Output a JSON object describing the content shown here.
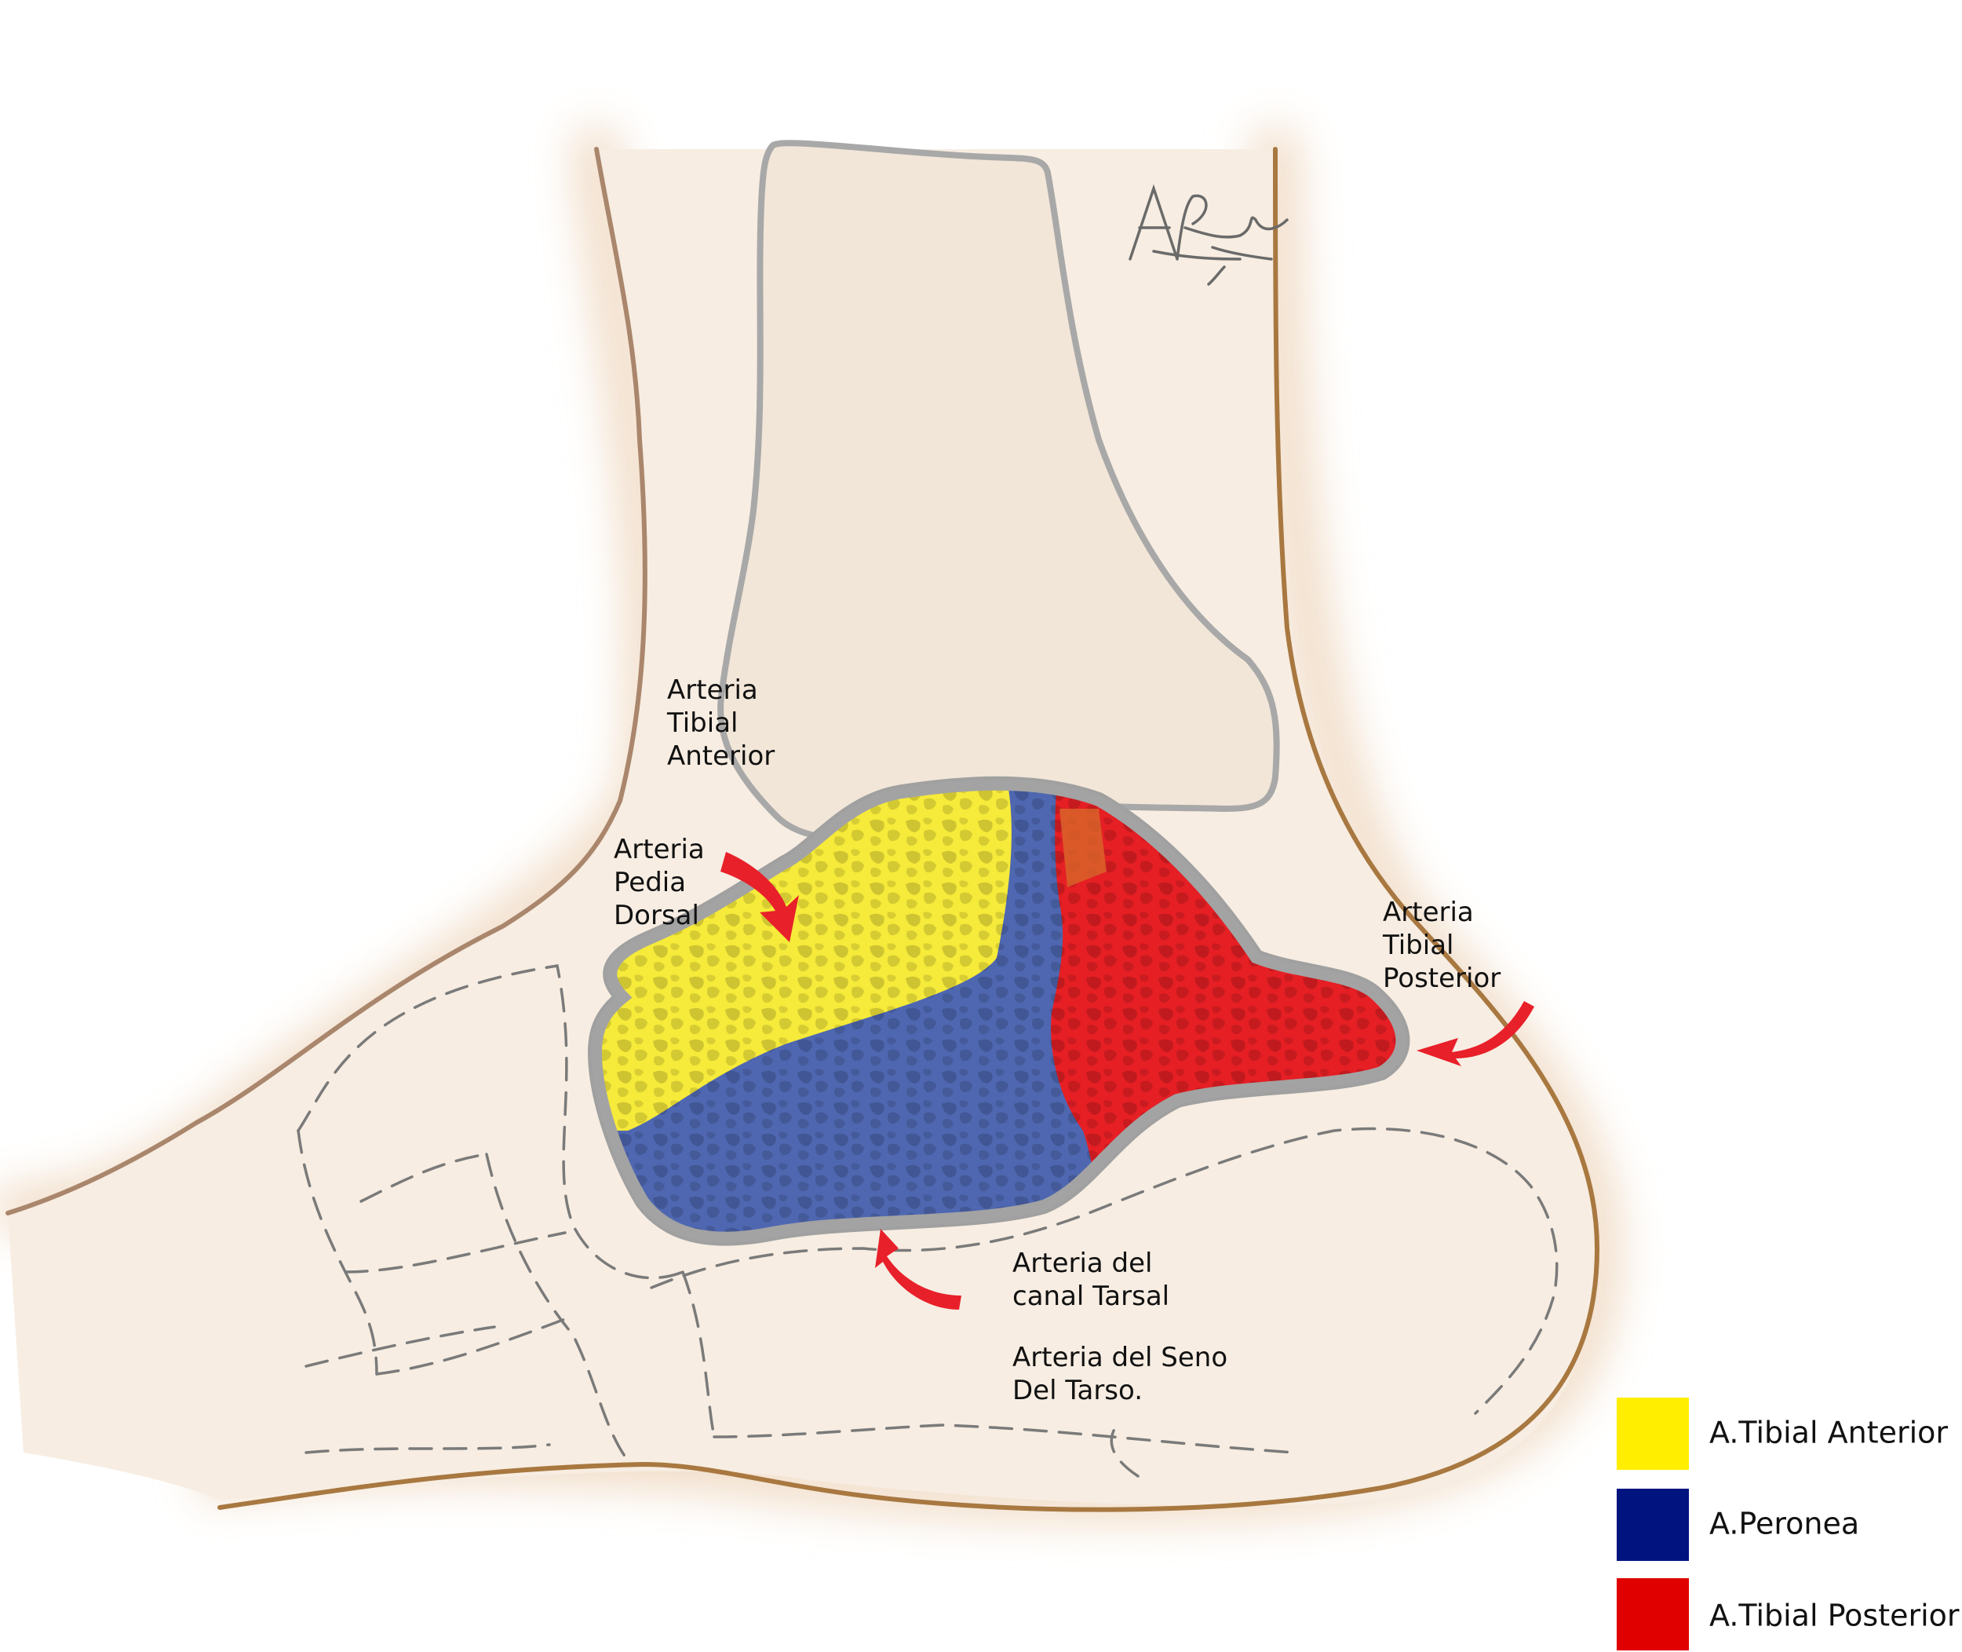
{
  "labels": {
    "tibial_anterior": [
      "Arteria",
      "Tibial",
      "Anterior"
    ],
    "pedia_dorsal": [
      "Arteria",
      "Pedia",
      "Dorsal"
    ],
    "tibial_posterior": [
      "Arteria",
      "Tibial",
      "Posterior"
    ],
    "canal_tarsal": [
      "Arteria del",
      "canal Tarsal"
    ],
    "seno_tarso": [
      "Arteria del Seno",
      "Del Tarso."
    ]
  },
  "legend": [
    {
      "label": "A.Tibial Anterior",
      "color": "#ffee00"
    },
    {
      "label": "A.Peronea",
      "color": "#00137f"
    },
    {
      "label": "A.Tibial Posterior",
      "color": "#e00000"
    }
  ],
  "signature": "APraro",
  "colors": {
    "yellow_region": "#f6ea3a",
    "blue_region": "#4e67b0",
    "red_region": "#e51f24",
    "skin": "#f3e6d6",
    "skin_outline": "#a9815e",
    "bone_fill": "#f2e6d8",
    "bone_outline": "#a8a8a8",
    "arrow": "#e8202a"
  }
}
